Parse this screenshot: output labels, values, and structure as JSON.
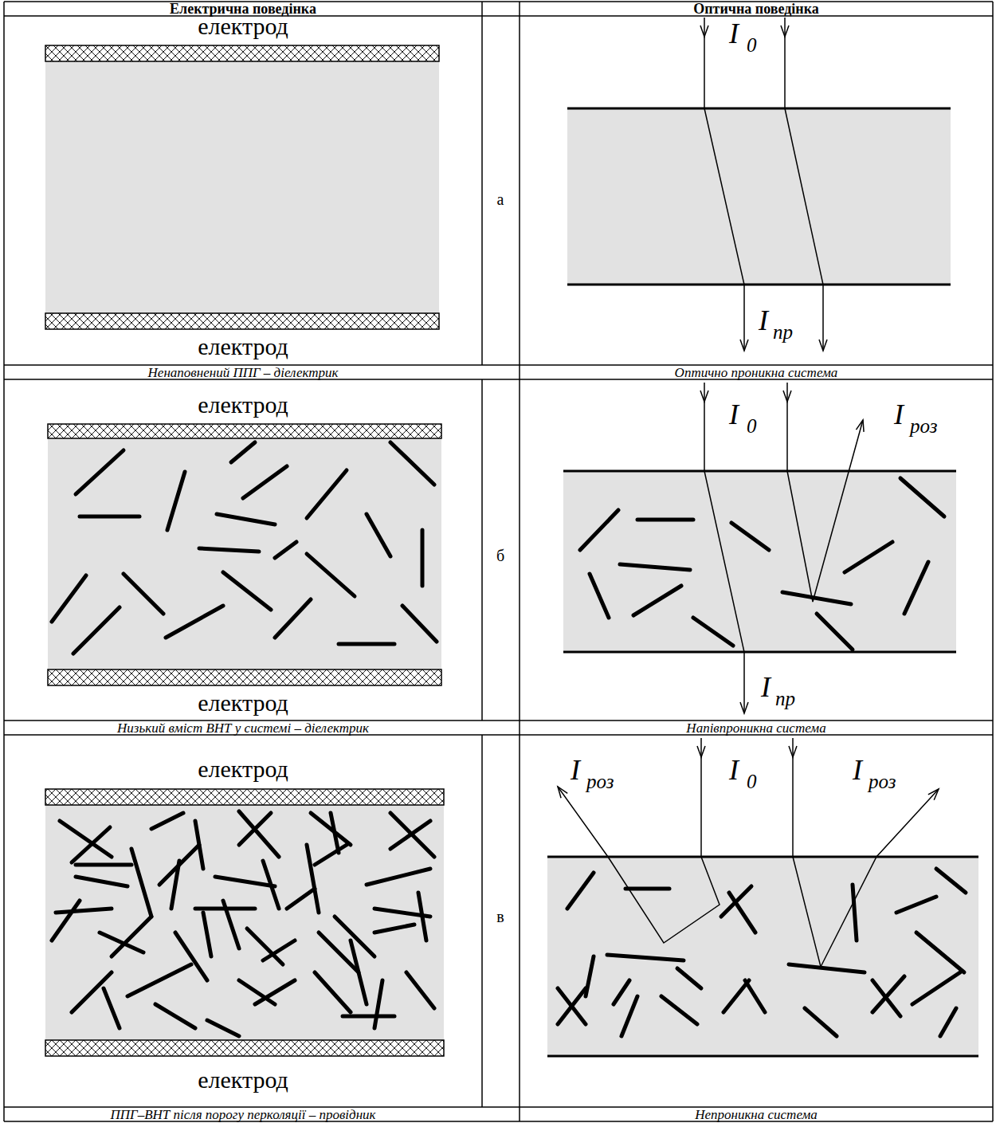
{
  "diagram": {
    "labels": [
      "Електрична поведінка",
      "Оптична поведінка",
      "електрод",
      "а",
      "I",
      "0",
      "електрод",
      "I",
      "пр",
      "Ненаповнений ППГ – діелектрик",
      "Оптично проникна система",
      "електрод",
      "I",
      "0",
      "I",
      "роз",
      "б",
      "I",
      "пр",
      "електрод",
      "Низький вміст ВНТ у системі – діелектрик",
      "Напівпроникна система",
      "електрод",
      "I",
      "роз",
      "I",
      "0",
      "I",
      "роз",
      "в",
      "електрод",
      "ППГ–ВНТ після порогу перколяції – провідник",
      "Непроникна система"
    ]
  }
}
